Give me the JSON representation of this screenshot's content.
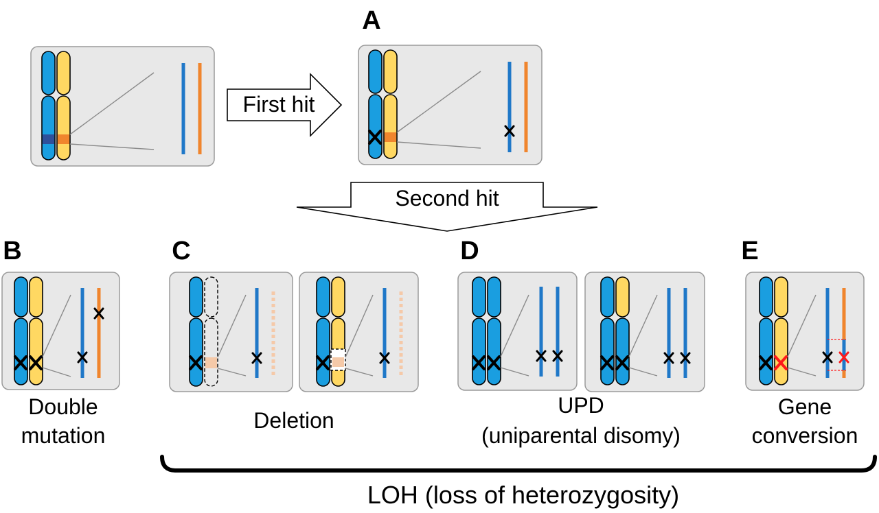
{
  "panel_letters": {
    "a": "A",
    "b": "B",
    "c": "C",
    "d": "D",
    "e": "E"
  },
  "arrows": {
    "first_hit": "First hit",
    "second_hit": "Second hit"
  },
  "captions": {
    "b_line1": "Double",
    "b_line2": "mutation",
    "c_line1": "Deletion",
    "d_line1": "UPD",
    "d_line2": "(uniparental disomy)",
    "e_line1": "Gene",
    "e_line2": "conversion"
  },
  "brace_label": "LOH (loss of heterozygosity)",
  "colors": {
    "maternal_chromosome": "#1a9ee0",
    "paternal_chromosome": "#ffd862",
    "maternal_strand": "#1f78c8",
    "paternal_strand": "#f0852d",
    "dark_locus": "#2f4f9a",
    "orange_locus": "#f0852d",
    "deleted_locus": "#f5c9a8",
    "panel_background": "#e8e8e8",
    "mutation_mark": "#000000",
    "converted_mark": "#ff1a1a"
  }
}
